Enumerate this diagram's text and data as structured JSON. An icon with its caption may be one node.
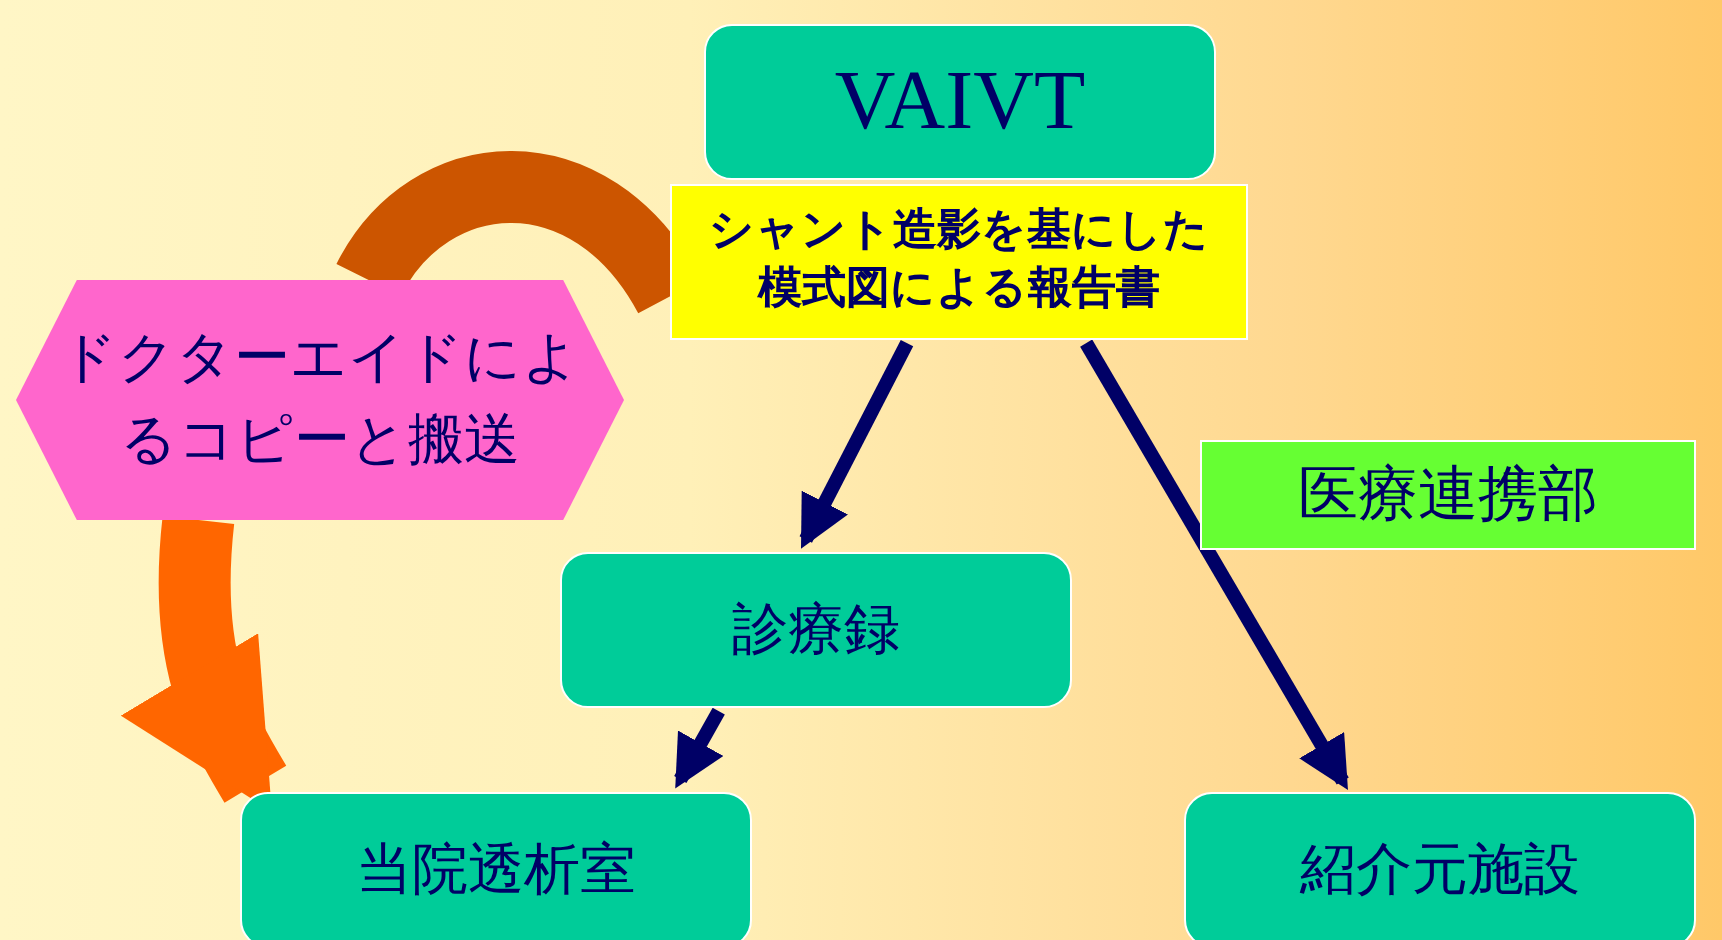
{
  "diagram": {
    "nodes": [
      {
        "text": [
          "VAIVT"
        ]
      },
      {
        "text": [
          "シャント造影を基にした模式図による報告書"
        ]
      },
      {
        "text": [
          "ドクターエイドによるコピーと搬送"
        ]
      },
      {
        "text": [
          "医療連携部"
        ]
      },
      {
        "text": [
          "診療録"
        ]
      },
      {
        "text": [
          "当院透析室"
        ]
      },
      {
        "text": [
          "紹介元施設"
        ]
      }
    ],
    "edges": [
      {
        "from": 1,
        "to": 4,
        "arrow": "to"
      },
      {
        "from": 1,
        "to": 6,
        "arrow": "to"
      },
      {
        "from": 4,
        "to": 5,
        "arrow": "to"
      },
      {
        "from": 1,
        "to": 2,
        "arrow": "none",
        "style": "thick",
        "color": "#cc5500"
      },
      {
        "from": 2,
        "to": 5,
        "arrow": "to",
        "style": "thick",
        "color": "#ff6600"
      }
    ]
  }
}
